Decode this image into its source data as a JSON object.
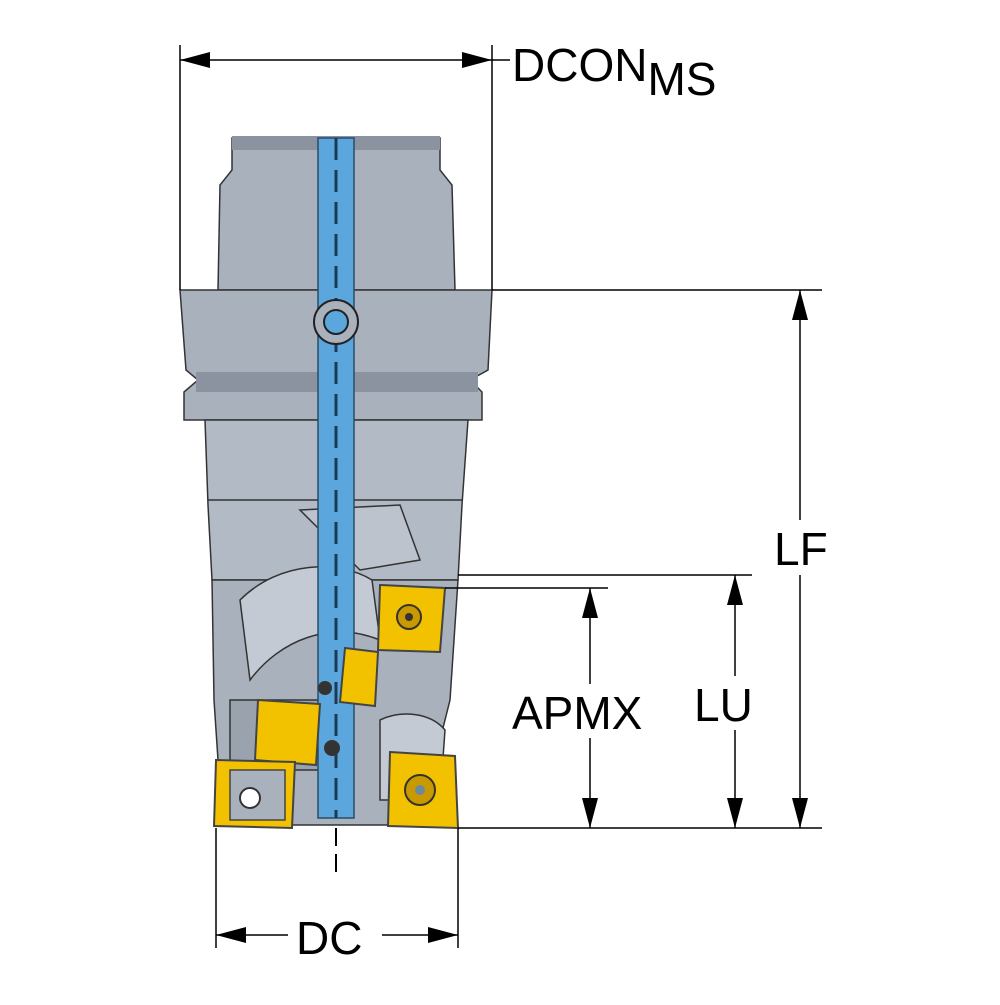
{
  "labels": {
    "dcon_main": "DCON",
    "dcon_sub": "MS",
    "lf": "LF",
    "apmx": "APMX",
    "lu": "LU",
    "dc": "DC"
  },
  "colors": {
    "body": "#a9b1bd",
    "body_dark": "#8b93a0",
    "body_light": "#c3cad3",
    "coolant": "#5aa6dd",
    "insert": "#f2c200",
    "insert_dark": "#c99a00",
    "line": "#000000"
  },
  "icons": {
    "dimension_arrow": "arrowhead",
    "insert_screw": "torx-screw-icon"
  }
}
